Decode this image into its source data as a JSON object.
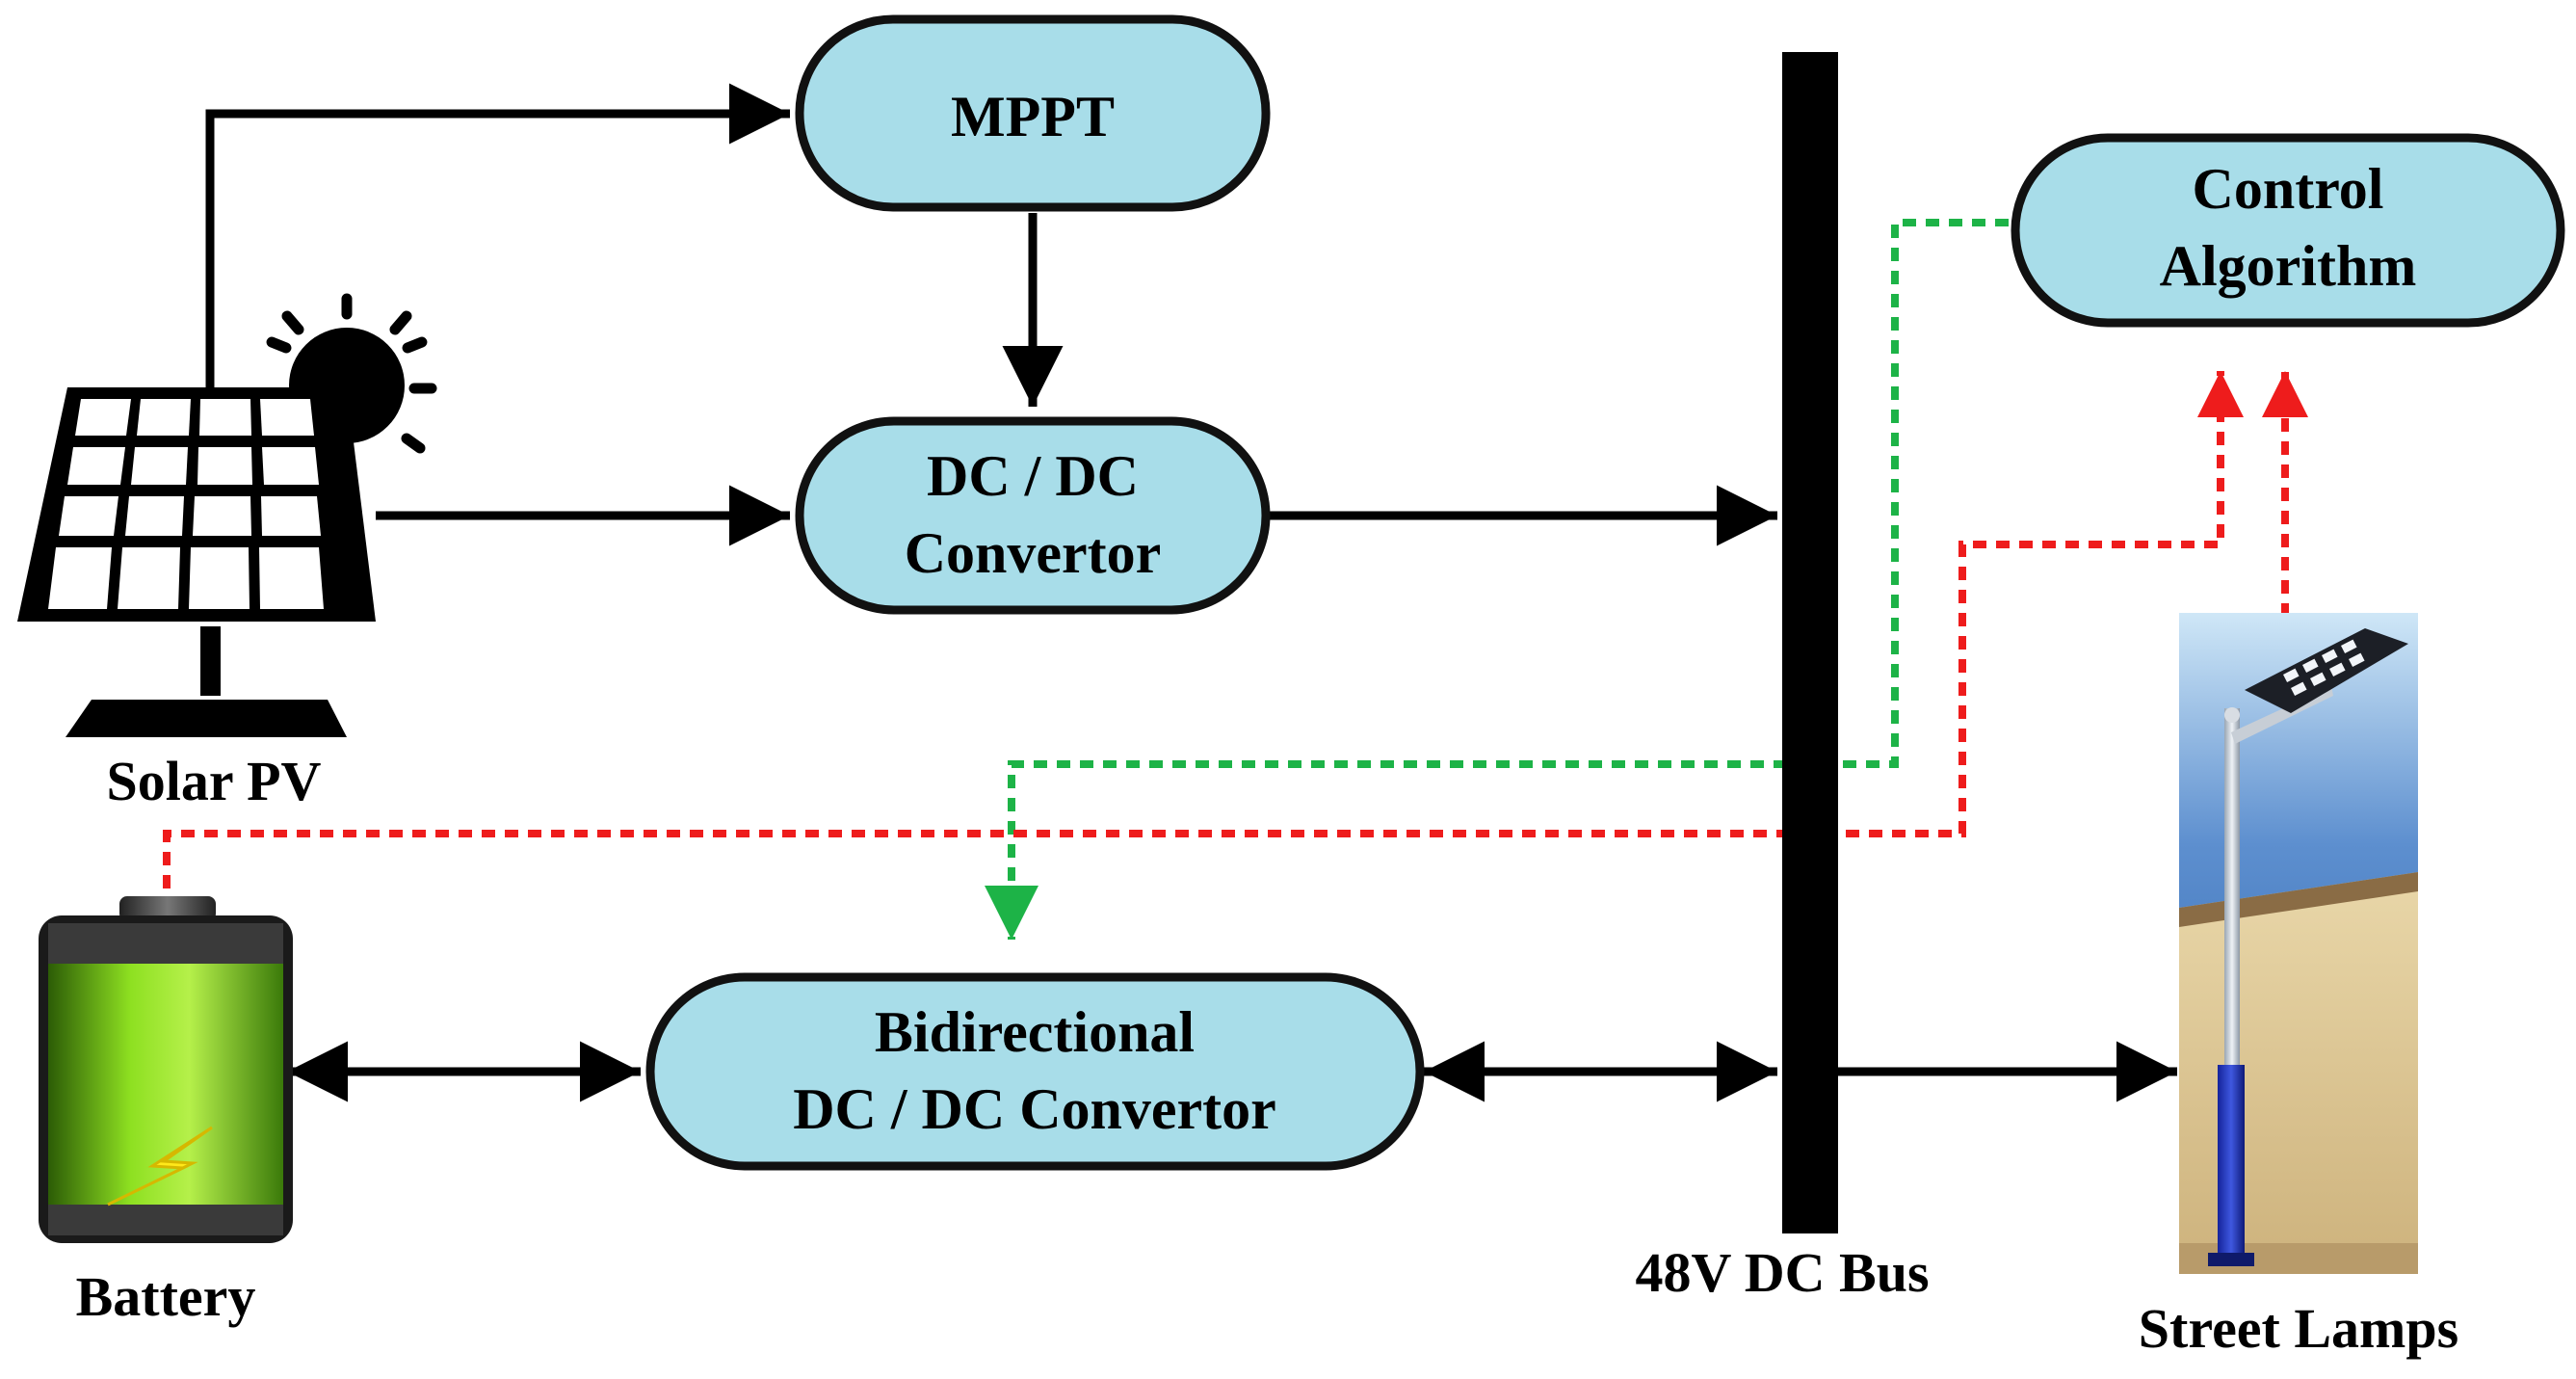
{
  "diagram": {
    "blocks": {
      "mppt": [
        "MPPT"
      ],
      "dcdc": [
        "DC / DC",
        "Convertor"
      ],
      "control": [
        "Control",
        "Algorithm"
      ],
      "bidirectional": [
        "Bidirectional",
        "DC / DC Convertor"
      ]
    },
    "labels": {
      "solar": "Solar PV",
      "battery": "Battery",
      "bus": "48V DC Bus",
      "lamps": "Street Lamps"
    },
    "colors": {
      "block_fill": "#a8dde9",
      "control_signal": "#1db347",
      "feedback_signal": "#ee1c1c",
      "battery_charge": "#7bd31a"
    },
    "icons": {
      "solar": "solar-panel-with-sun-icon",
      "battery": "charging-battery-icon",
      "lamp": "solar-street-lamp-photo"
    }
  }
}
